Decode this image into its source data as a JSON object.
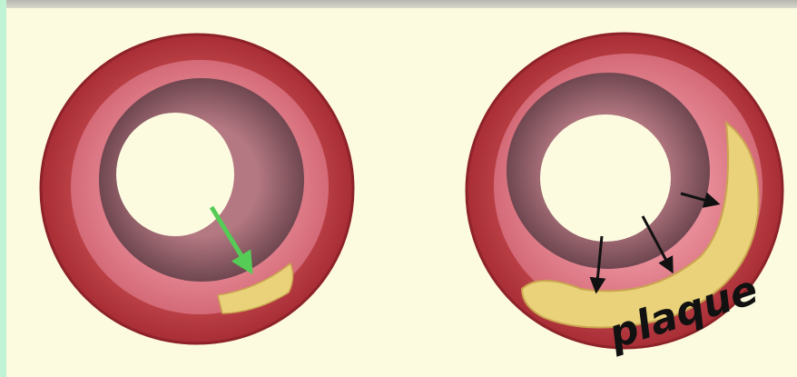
{
  "diagram": {
    "labels": {
      "plaque": "plaque"
    },
    "colors": {
      "background": "#fcfbe0",
      "outer_wall": "#b8363d",
      "inner_wall": "#e07a86",
      "lumen_shadow": "#8a5a63",
      "plaque": "#ead27a",
      "green_arrow": "#55cc55",
      "black_arrow": "#111111"
    },
    "vessels": [
      {
        "name": "healthy-artery"
      },
      {
        "name": "blocked-artery"
      }
    ]
  }
}
